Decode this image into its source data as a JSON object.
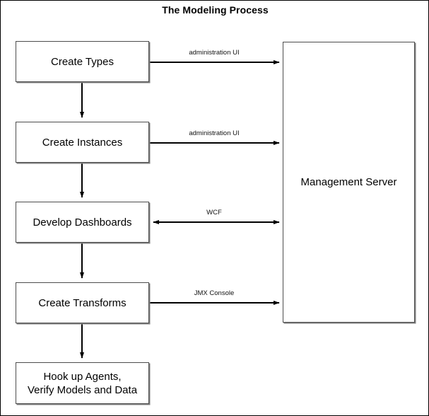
{
  "diagram": {
    "title": "The Modeling Process",
    "nodes": [
      {
        "id": "create-types",
        "label": "Create Types",
        "line1": "Create Types",
        "line2": ""
      },
      {
        "id": "create-instances",
        "label": "Create Instances",
        "line1": "Create Instances",
        "line2": ""
      },
      {
        "id": "develop-dashboards",
        "label": "Develop Dashboards",
        "line1": "Develop Dashboards",
        "line2": ""
      },
      {
        "id": "create-transforms",
        "label": "Create Transforms",
        "line1": "Create Transforms",
        "line2": ""
      },
      {
        "id": "hook-up-agents",
        "label": "Hook up Agents, Verify Models and Data",
        "line1": "Hook up Agents,",
        "line2": "Verify Models and Data"
      },
      {
        "id": "management-server",
        "label": "Management Server",
        "line1": "Management Server",
        "line2": ""
      }
    ],
    "edge_labels": [
      {
        "id": "administration-ui-1",
        "text": "administration UI"
      },
      {
        "id": "administration-ui-2",
        "text": "administration UI"
      },
      {
        "id": "wcf",
        "text": "WCF"
      },
      {
        "id": "jmx-console",
        "text": "JMX Console"
      }
    ],
    "colors": {
      "background": "#ffffff",
      "outer_border": "#000000",
      "node_border": "#4d4d4d",
      "node_shadow": "#808080",
      "connector": "#000000",
      "text": "#000000"
    }
  }
}
